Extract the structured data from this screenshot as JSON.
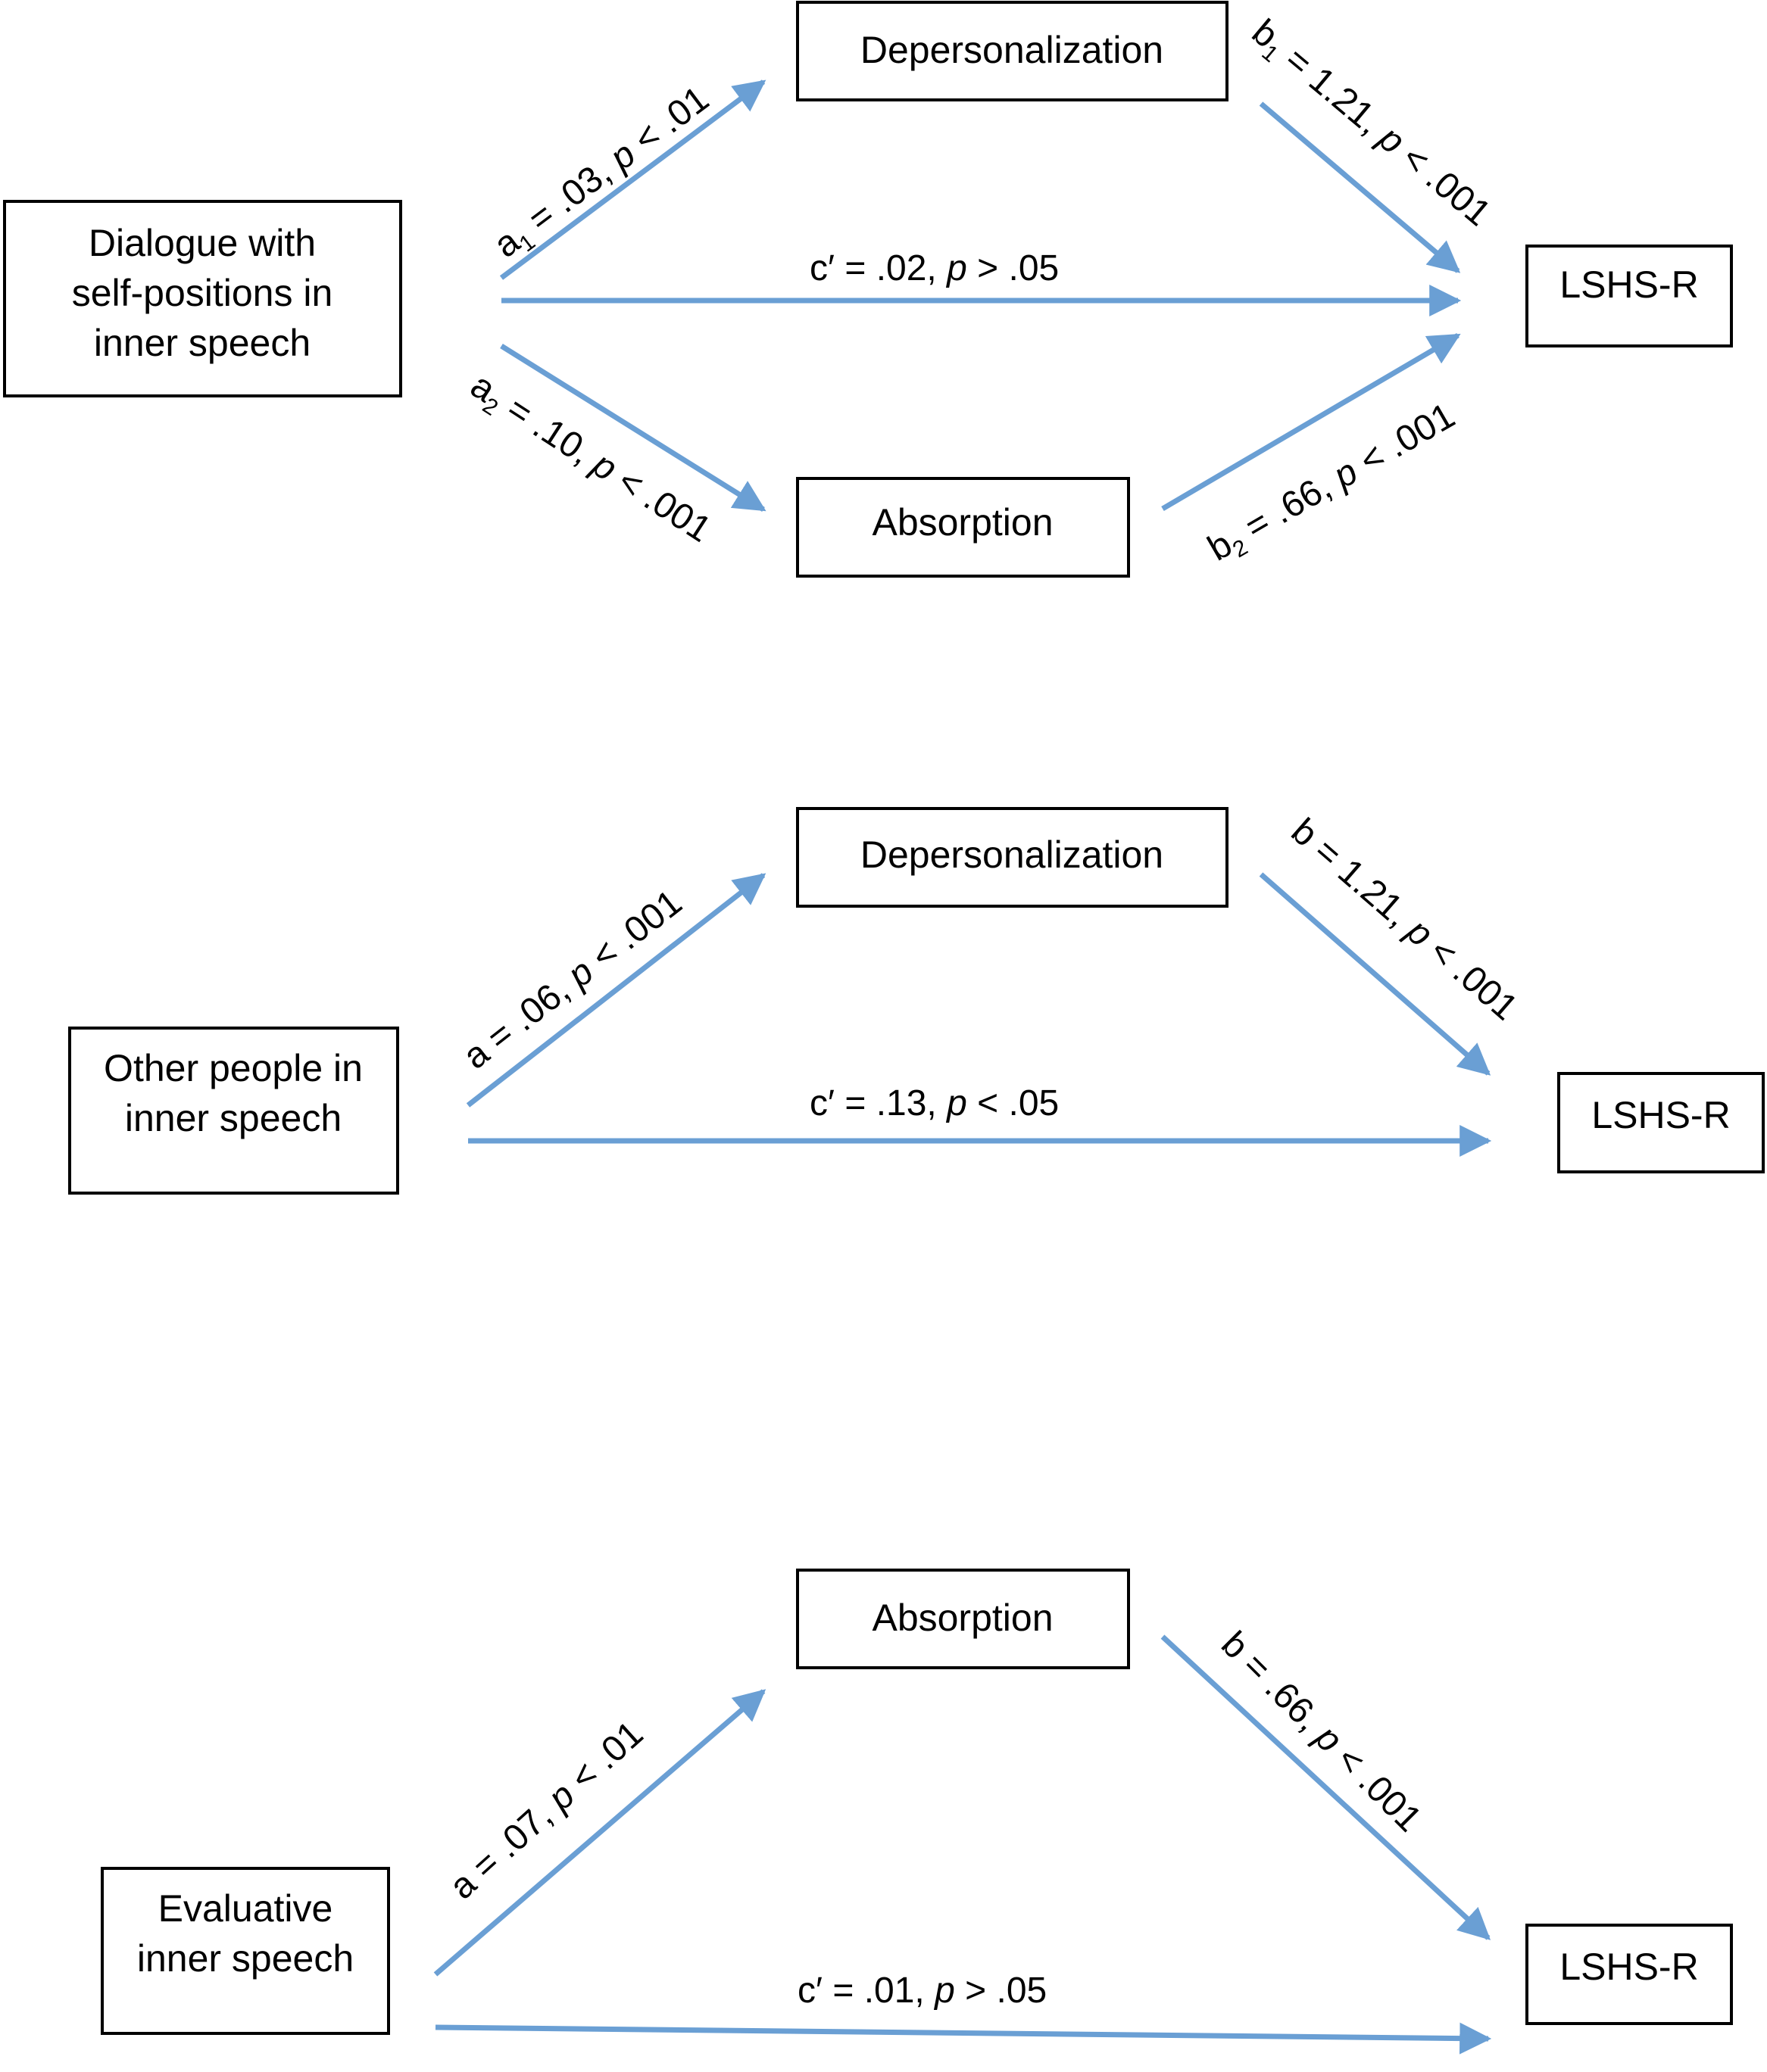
{
  "colors": {
    "arrow": "#6a9fd4",
    "box_border": "#000000"
  },
  "panels": [
    {
      "id": "panel-1",
      "predictor": [
        "Dialogue with",
        "self-positions in",
        "inner speech"
      ],
      "mediators": [
        "Depersonalization",
        "Absorption"
      ],
      "outcome": "LSHS-R",
      "paths": [
        {
          "coef": "a",
          "sub": "1",
          "eq": " = .03, ",
          "p": "p",
          "rel": " < .01"
        },
        {
          "coef": "b",
          "sub": "1",
          "eq": " = 1.21, ",
          "p": "p",
          "rel": " < .001"
        },
        {
          "coef": "c′",
          "sub": "",
          "eq": " = .02, ",
          "p": "p",
          "rel": " > .05"
        },
        {
          "coef": "a",
          "sub": "2",
          "eq": " = .10, ",
          "p": "p",
          "rel": " < .001"
        },
        {
          "coef": "b",
          "sub": "2",
          "eq": " = .66, ",
          "p": "p",
          "rel": " < .001"
        }
      ]
    },
    {
      "id": "panel-2",
      "predictor": [
        "Other people in",
        "inner speech"
      ],
      "mediators": [
        "Depersonalization"
      ],
      "outcome": "LSHS-R",
      "paths": [
        {
          "coef": "a",
          "sub": "",
          "eq": " = .06, ",
          "p": "p",
          "rel": " < .001"
        },
        {
          "coef": "b",
          "sub": "",
          "eq": " = 1.21, ",
          "p": "p",
          "rel": " < .001"
        },
        {
          "coef": "c′",
          "sub": "",
          "eq": " = .13, ",
          "p": "p",
          "rel": " < .05"
        }
      ]
    },
    {
      "id": "panel-3",
      "predictor": [
        "Evaluative",
        "inner speech"
      ],
      "mediators": [
        "Absorption"
      ],
      "outcome": "LSHS-R",
      "paths": [
        {
          "coef": "a",
          "sub": "",
          "eq": " = .07, ",
          "p": "p",
          "rel": " < .01"
        },
        {
          "coef": "b",
          "sub": "",
          "eq": " = .66, ",
          "p": "p",
          "rel": " < .001"
        },
        {
          "coef": "c′",
          "sub": "",
          "eq": " = .01, ",
          "p": "p",
          "rel": " > .05"
        }
      ]
    }
  ]
}
